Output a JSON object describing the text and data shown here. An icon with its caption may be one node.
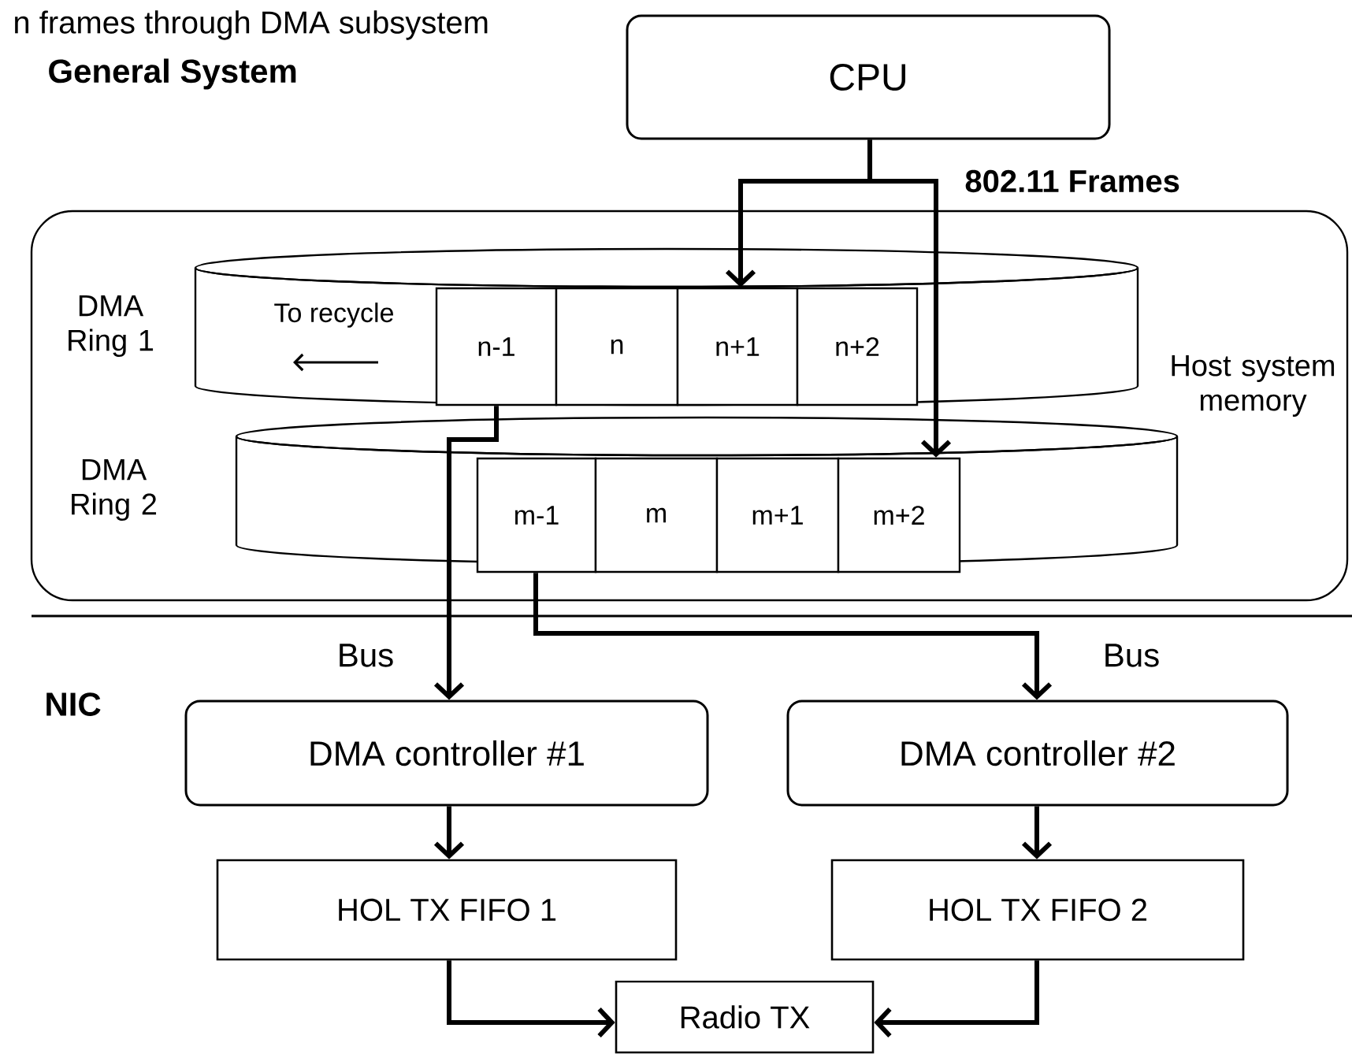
{
  "diagram": {
    "title": "n frames through DMA subsystem",
    "nodes": [
      {
        "text": [
          "CPU"
        ]
      },
      {
        "text": [
          "Host system memory"
        ]
      },
      {
        "text": [
          "DMA Ring 1"
        ],
        "in": 1
      },
      {
        "text": [
          "n-1"
        ],
        "in": 2
      },
      {
        "text": [
          "n"
        ],
        "in": 2
      },
      {
        "text": [
          "n+1"
        ],
        "in": 2
      },
      {
        "text": [
          "n+2"
        ],
        "in": 2
      },
      {
        "text": [
          "DMA Ring 2"
        ],
        "in": 1
      },
      {
        "text": [
          "m-1"
        ],
        "in": 7
      },
      {
        "text": [
          "m"
        ],
        "in": 7
      },
      {
        "text": [
          "m+1"
        ],
        "in": 7
      },
      {
        "text": [
          "m+2"
        ],
        "in": 7
      },
      {
        "text": [
          "DMA controller #1"
        ]
      },
      {
        "text": [
          "DMA controller #2"
        ]
      },
      {
        "text": [
          "HOL TX FIFO 1"
        ]
      },
      {
        "text": [
          "HOL TX FIFO 2"
        ]
      },
      {
        "text": [
          "Radio TX"
        ]
      }
    ],
    "edges": [
      {
        "from": 0,
        "to": 5,
        "arrow": "to"
      },
      {
        "from": 0,
        "to": 11,
        "arrow": "to"
      },
      {
        "from": 3,
        "to": 12,
        "arrow": "to",
        "label": "Bus"
      },
      {
        "from": 8,
        "to": 13,
        "arrow": "to",
        "label": "Bus"
      },
      {
        "from": 12,
        "to": 14,
        "arrow": "to"
      },
      {
        "from": 13,
        "to": 15,
        "arrow": "to"
      },
      {
        "from": 14,
        "to": 16,
        "arrow": "to"
      },
      {
        "from": 15,
        "to": 16,
        "arrow": "to"
      }
    ],
    "labels": [
      "General System",
      "802.11 Frames",
      "To recycle",
      "NIC"
    ]
  }
}
